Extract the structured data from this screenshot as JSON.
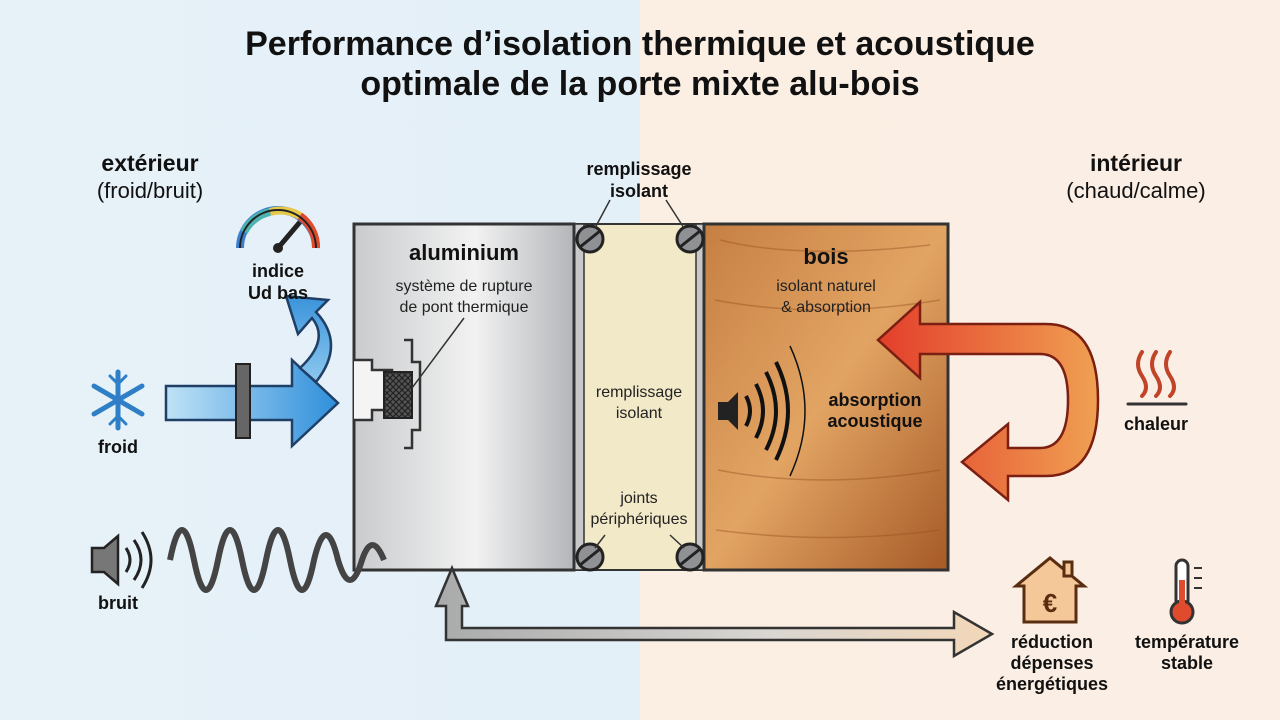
{
  "title": {
    "line1": "Performance d’isolation thermique et acoustique",
    "line2": "optimale de la porte mixte alu-bois"
  },
  "exterior": {
    "heading": "extérieur",
    "sub": "(froid/bruit)"
  },
  "interior": {
    "heading": "intérieur",
    "sub": "(chaud/calme)"
  },
  "gauge": {
    "line1": "indice",
    "line2": "Ud bas"
  },
  "cold_label": "froid",
  "noise_label": "bruit",
  "heat_label": "chaleur",
  "aluminium": {
    "title": "aluminium",
    "line1": "système de rupture",
    "line2": "de pont thermique"
  },
  "filling_top": {
    "line1": "remplissage",
    "line2": "isolant"
  },
  "filling_mid": {
    "line1": "remplissage",
    "line2": "isolant"
  },
  "joints": {
    "line1": "joints",
    "line2": "périphériques"
  },
  "wood": {
    "title": "bois",
    "line1": "isolant naturel",
    "line2": "& absorption"
  },
  "absorption": {
    "line1": "absorption",
    "line2": "acoustique"
  },
  "savings": {
    "line1": "réduction",
    "line2": "dépenses",
    "line3": "énergétiques"
  },
  "temperature": {
    "line1": "température",
    "line2": "stable"
  },
  "icons": [
    "snowflake-icon",
    "speaker-icon",
    "gauge-icon",
    "heat-waves-icon",
    "house-euro-icon",
    "thermometer-icon"
  ],
  "colors": {
    "cold": "#3a9be0",
    "heat": "#e04b2e",
    "wood": "#b8682f",
    "aluminium": "#b9bcbf",
    "filling": "#f1e8c6"
  }
}
